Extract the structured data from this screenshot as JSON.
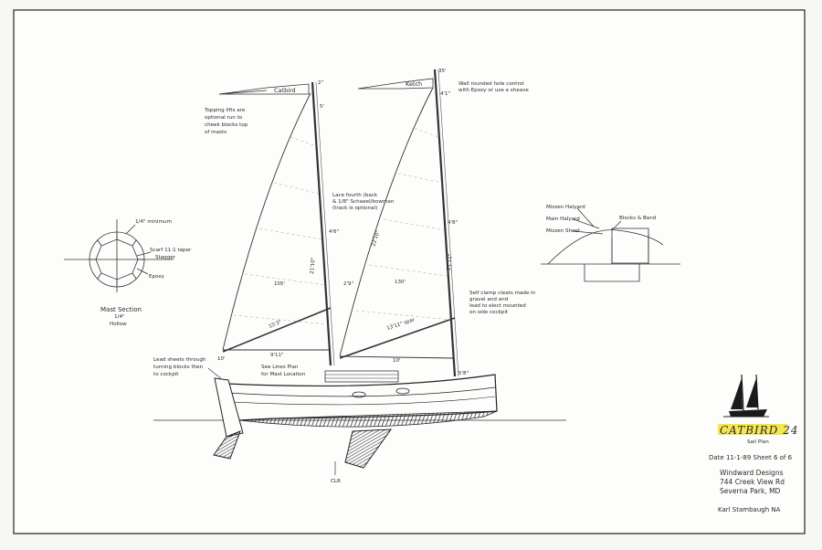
{
  "pennants": {
    "catbird": "Catbird",
    "ketch": "Ketch"
  },
  "notes": {
    "topping_lift": [
      "Topping lifts are",
      "optional run to",
      "cheek blocks top",
      "of masts"
    ],
    "mast_section_title": "Mast Section",
    "mast_section_sub": [
      "1/4\"",
      "Hollow"
    ],
    "mast_section_callouts": [
      "1/4\" minimum",
      "Scarf 11:1 taper",
      "Stagger",
      "Epoxy"
    ],
    "lead_sheets": [
      "Lead sheets through",
      "turning blocks then",
      "to cockpit"
    ],
    "see_lines_plan": [
      "See Lines Plan",
      "for Mast Location"
    ],
    "fourth_point": [
      "Lace fourth (back",
      "& 1/8\" Schaeel/bowman",
      "(track is optional)"
    ],
    "wall_rounded": [
      "Wall rounded hole control",
      "with Epoxy or use a sheave"
    ],
    "self_clamp": [
      "Self clamp cleats made in",
      "gravel and and",
      "lead to elect mounted",
      "on side cockpit"
    ],
    "mizzen_halyard": "Mizzen Halyard",
    "main_halyard": "Main Halyard",
    "mizzen_sheet": "Mizzen Sheet",
    "blocks_band": "Blocks & Band",
    "clr": "CLR"
  },
  "dimensions": {
    "d_2in": "2\"",
    "d_5in": "5'",
    "d_4_6": "4'6\"",
    "d_21_10": "21'10\"",
    "d_area1": "105'",
    "d_boom1": "15'3\"",
    "d_boom1b": "9'11\"",
    "d_35": "35'",
    "d_41": "4'1\"",
    "d_22_10": "22'10\"",
    "d_area2": "130'",
    "d_4_8": "4'8\"",
    "d_21_11": "21'11\"",
    "d_boom2": "13'11\" spar",
    "d_boom2b": "10'",
    "d_10": "10'",
    "d_58": "5'8\"",
    "d_2_9": "2'9\""
  },
  "title_block": {
    "name": "CATBIRD 24",
    "sheet_title": "Sail Plan",
    "date_sheet": "Date 11-1-89   Sheet 6 of 6",
    "company": "Windward Designs",
    "address1": "744 Creek View Rd",
    "address2": "Severna Park, MD",
    "designer": "Karl Stambaugh   NA"
  },
  "colors": {
    "paper": "#f7f7f5",
    "ink": "#2a2a2a",
    "title_highlight": "#f2e233",
    "hull_hatch": "#3a3a3a"
  }
}
